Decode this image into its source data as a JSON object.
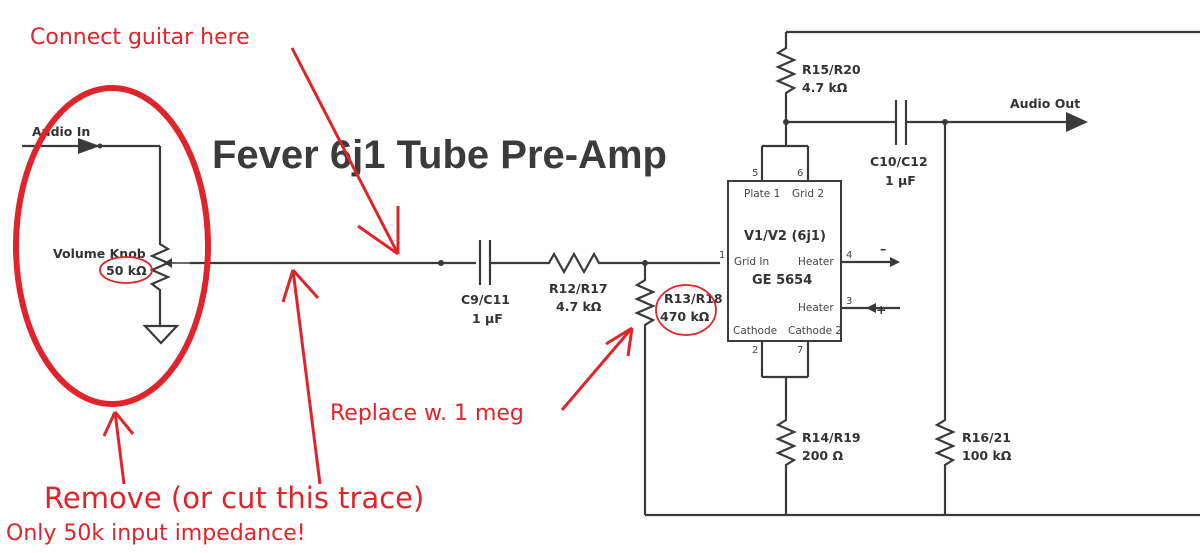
{
  "title": "Fever 6j1 Tube Pre-Amp",
  "components": {
    "audio_in": "Audio In",
    "audio_out": "Audio Out",
    "volume_name": "Volume Knob",
    "volume_value": "50 kΩ",
    "c9_name": "C9/C11",
    "c9_value": "1 µF",
    "r12_name": "R12/R17",
    "r12_value": "4.7 kΩ",
    "r13_name": "R13/R18",
    "r13_value": "470 kΩ",
    "r15_name": "R15/R20",
    "r15_value": "4.7 kΩ",
    "c10_name": "C10/C12",
    "c10_value": "1 µF",
    "r14_name": "R14/R19",
    "r14_value": "200 Ω",
    "r16_name": "R16/21",
    "r16_value": "100 kΩ"
  },
  "tube": {
    "name": "V1/V2 (6j1)",
    "part": "GE 5654",
    "plate": "Plate 1",
    "grid2": "Grid 2",
    "grid_in": "Grid In",
    "heater1": "Heater",
    "heater2": "Heater",
    "cathode1": "Cathode 1",
    "cathode2": "Cathode 2",
    "pins": [
      "5",
      "6",
      "1",
      "4",
      "3",
      "2",
      "7"
    ],
    "minus": "–",
    "plus": "+"
  },
  "annotations": {
    "connect": "Connect guitar here",
    "replace": "Replace w. 1 meg",
    "remove": "Remove (or cut this trace)",
    "impedance": "Only 50k input impedance!"
  },
  "colors": {
    "annotation": "#e0242c",
    "wire": "#3a3a3a"
  }
}
